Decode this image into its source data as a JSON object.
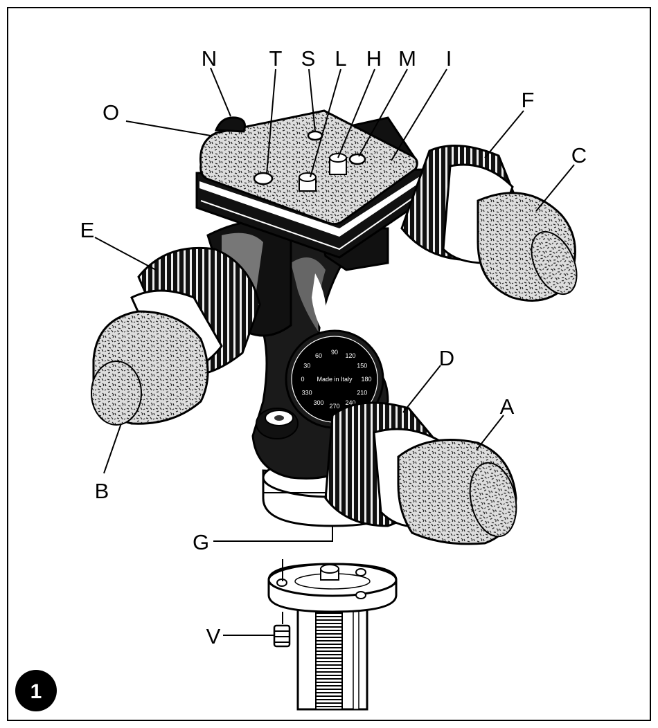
{
  "figure": {
    "labels": {
      "N": "N",
      "T": "T",
      "S": "S",
      "L": "L",
      "H": "H",
      "M": "M",
      "I": "I",
      "O": "O",
      "F": "F",
      "C": "C",
      "E": "E",
      "D": "D",
      "A": "A",
      "B": "B",
      "G": "G",
      "V": "V"
    },
    "badge": "1",
    "dial": {
      "center_text": "Made in Italy",
      "ticks": [
        "0",
        "30",
        "60",
        "90",
        "120",
        "150",
        "180",
        "210",
        "240",
        "270",
        "300",
        "330"
      ]
    }
  }
}
